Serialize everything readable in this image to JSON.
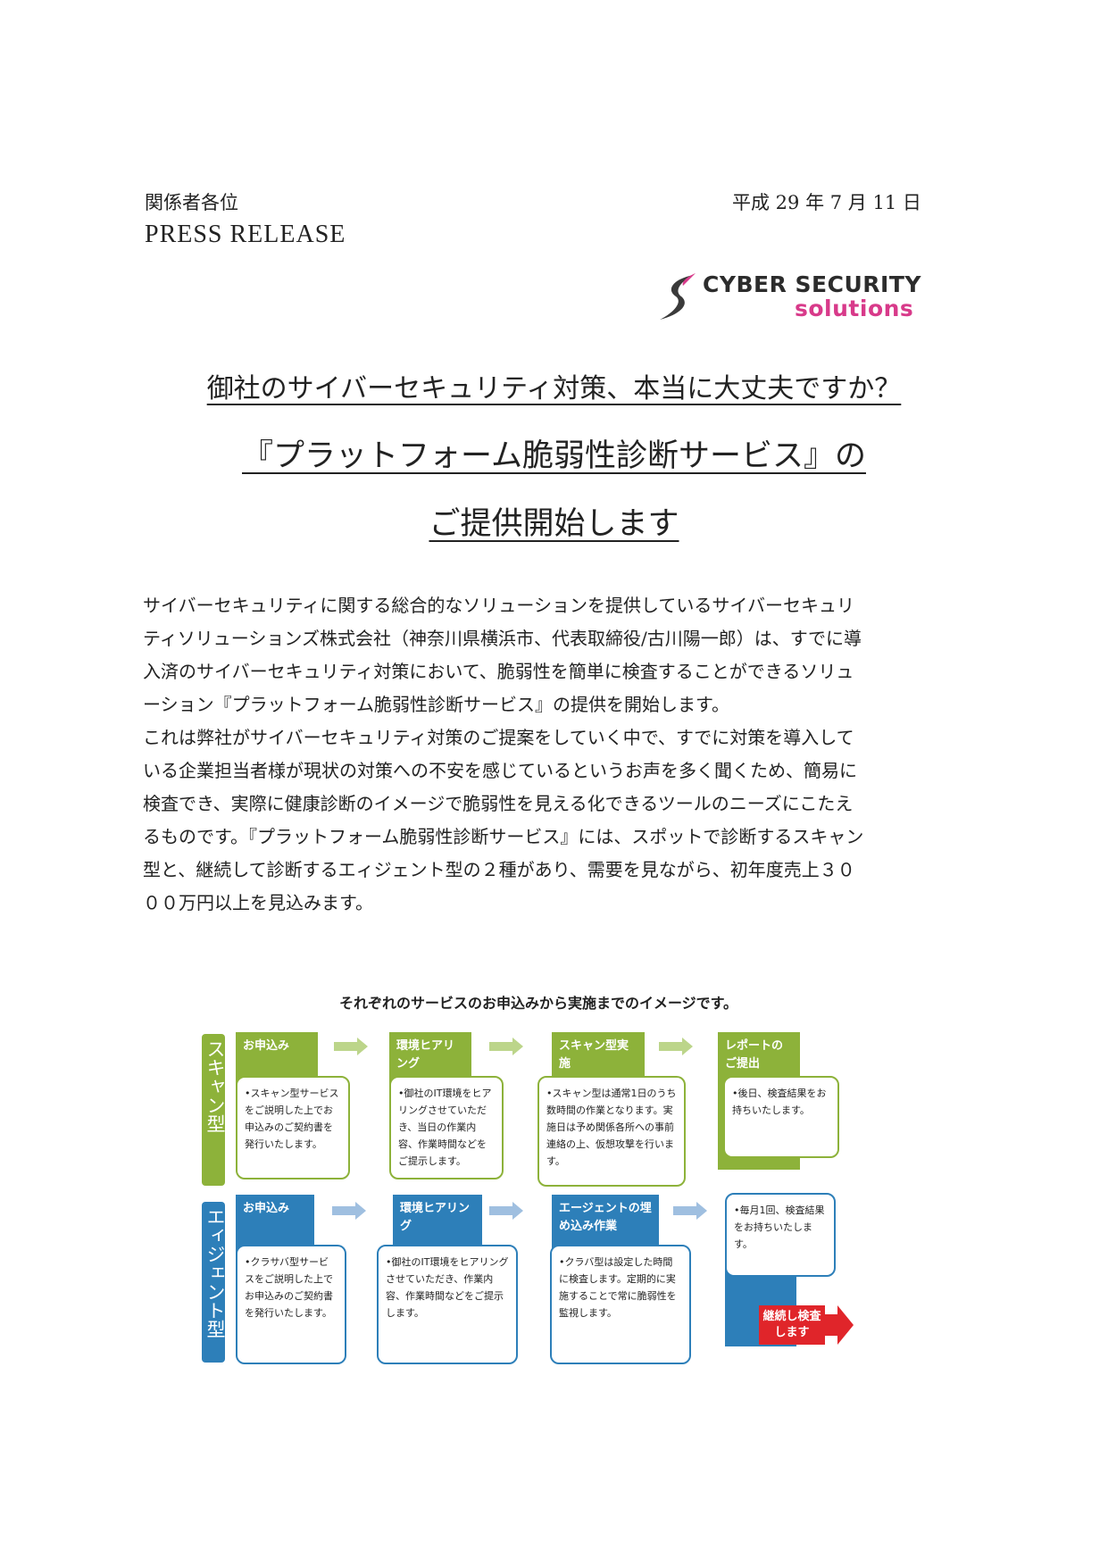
{
  "header": {
    "recipient": "関係者各位",
    "date": "平成 29 年 7 月 11 日",
    "press_release": "PRESS RELEASE"
  },
  "logo": {
    "line1": "CYBER SECURITY",
    "line2": "solutions",
    "colors": {
      "dark": "#2c2c2c",
      "accent": "#d83a8a"
    }
  },
  "headlines": {
    "sub": "御社のサイバーセキュリティ対策、本当に大丈夫ですか？",
    "main1": "『プラットフォーム脆弱性診断サービス』の",
    "main2": "ご提供開始します"
  },
  "body": {
    "lines": [
      "サイバーセキュリティに関する総合的なソリューションを提供しているサイバーセキュリ",
      "ティソリューションズ株式会社（神奈川県横浜市、代表取締役/古川陽一郎）は、すでに導",
      "入済のサイバーセキュリティ対策において、脆弱性を簡単に検査することができるソリュ",
      "ーション『プラットフォーム脆弱性診断サービス』の提供を開始します。",
      "これは弊社がサイバーセキュリティ対策のご提案をしていく中で、すでに対策を導入して",
      "いる企業担当者様が現状の対策への不安を感じているというお声を多く聞くため、簡易に",
      "検査でき、実際に健康診断のイメージで脆弱性を見える化できるツールのニーズにこたえ",
      "るものです。『プラットフォーム脆弱性診断サービス』には、スポットで診断するスキャン",
      "型と、継続して診断するエィジェント型の２種があり、需要を見ながら、初年度売上３０",
      "００万円以上を見込みます。"
    ]
  },
  "diagram": {
    "caption": "それぞれのサービスのお申込みから実施までのイメージです。",
    "colors": {
      "scan": "#8db23a",
      "agent": "#2d7fb9",
      "final": "#e0252a"
    },
    "scan": {
      "label": "スキャン型",
      "steps": [
        {
          "title": "お申込み",
          "desc": "•スキャン型サービスをご説明した上でお申込みのご契約書を発行いたします。"
        },
        {
          "title": "環境ヒアリング",
          "desc": "•御社のIT環境をヒアリングさせていただき、当日の作業内容、作業時間などをご提示します。"
        },
        {
          "title": "スキャン型実施",
          "desc": "•スキャン型は通常1日のうち数時間の作業となります。実施日は予め関係各所への事前連絡の上、仮想攻撃を行います。"
        },
        {
          "title": "レポートのご提出",
          "desc": "•後日、検査結果をお持ちいたします。"
        }
      ]
    },
    "agent": {
      "label": "エィジェント型",
      "steps": [
        {
          "title": "お申込み",
          "desc": "•クラサバ型サービスをご説明した上でお申込みのご契約書を発行いたします。"
        },
        {
          "title": "環境ヒアリング",
          "desc": "•御社のIT環境をヒアリングさせていただき、作業内容、作業時間などをご提示します。"
        },
        {
          "title": "エージェントの埋め込み作業",
          "desc": "•クラバ型は設定した時間に検査します。定期的に実施することで常に脆弱性を監視します。"
        },
        {
          "title": "",
          "desc": "•毎月1回、検査結果をお持ちいたします。"
        }
      ],
      "final": "継続し検査します"
    }
  }
}
